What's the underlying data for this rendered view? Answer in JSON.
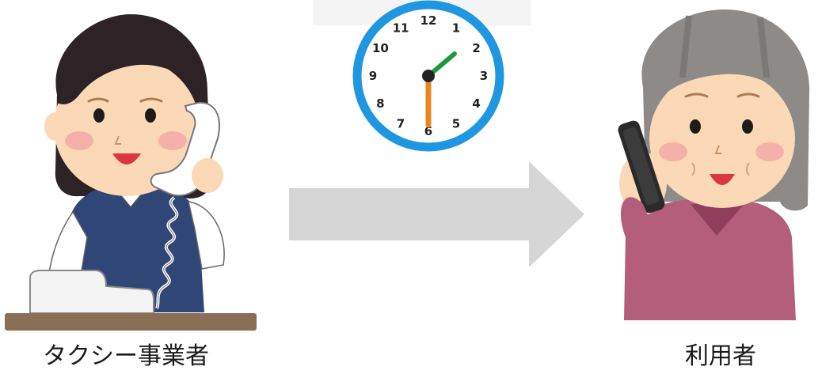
{
  "captions": {
    "operator": "タクシー事業者",
    "user": "利用者"
  },
  "clock": {
    "numbers": [
      "12",
      "1",
      "2",
      "3",
      "4",
      "5",
      "6",
      "7",
      "8",
      "9",
      "10",
      "11"
    ],
    "time_shown": "1:30",
    "ring_color": "#1e96e0",
    "hour_hand_color": "#1e9a3c",
    "minute_hand_color": "#e8861e"
  },
  "arrow": {
    "direction": "right",
    "color": "#d6d6d6"
  },
  "colors": {
    "operator_uniform": "#2f4677",
    "operator_hair": "#2d2326",
    "user_hair": "#8d8a87",
    "user_sweater": "#b55e7c",
    "desk": "#8a6e55",
    "skin": "#fbd9b6"
  },
  "icons": [
    "telephone-icon",
    "clock-icon",
    "mobile-phone-icon",
    "arrow-right-icon"
  ]
}
